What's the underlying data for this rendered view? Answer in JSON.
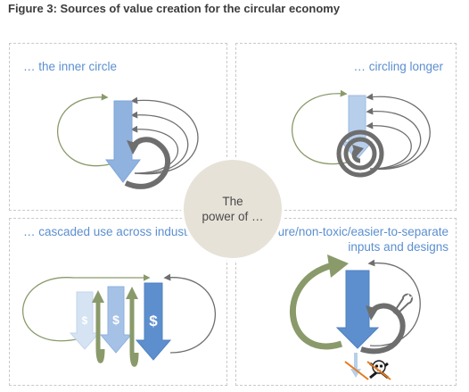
{
  "figure_title": "Figure 3: Sources of value creation for the circular economy",
  "center": {
    "line1": "The",
    "line2": "power of …"
  },
  "panels": {
    "inner_circle": {
      "title": "… the inner circle"
    },
    "circling_longer": {
      "title": "… circling longer"
    },
    "cascaded_use": {
      "title": "… cascaded use across industries"
    },
    "pure_inputs": {
      "title": "… pure/non-toxic/easier-to-separate inputs and designs"
    }
  },
  "cascade_symbols": [
    "$",
    "$",
    "$"
  ],
  "colors": {
    "title_blue": "#5b8fd0",
    "arrow_blue": "#7fa6d9",
    "arrow_light_blue": "#b7cfea",
    "arrow_dark_blue": "#5d8fce",
    "olive_green": "#8a9a6a",
    "loop_gray": "#6e6e6e",
    "center_beige": "#e7e2d8",
    "warning_orange": "#e57a1e"
  },
  "icons": [
    "wrench-icon",
    "skull-crossbones-icon",
    "no-waste-icon"
  ]
}
